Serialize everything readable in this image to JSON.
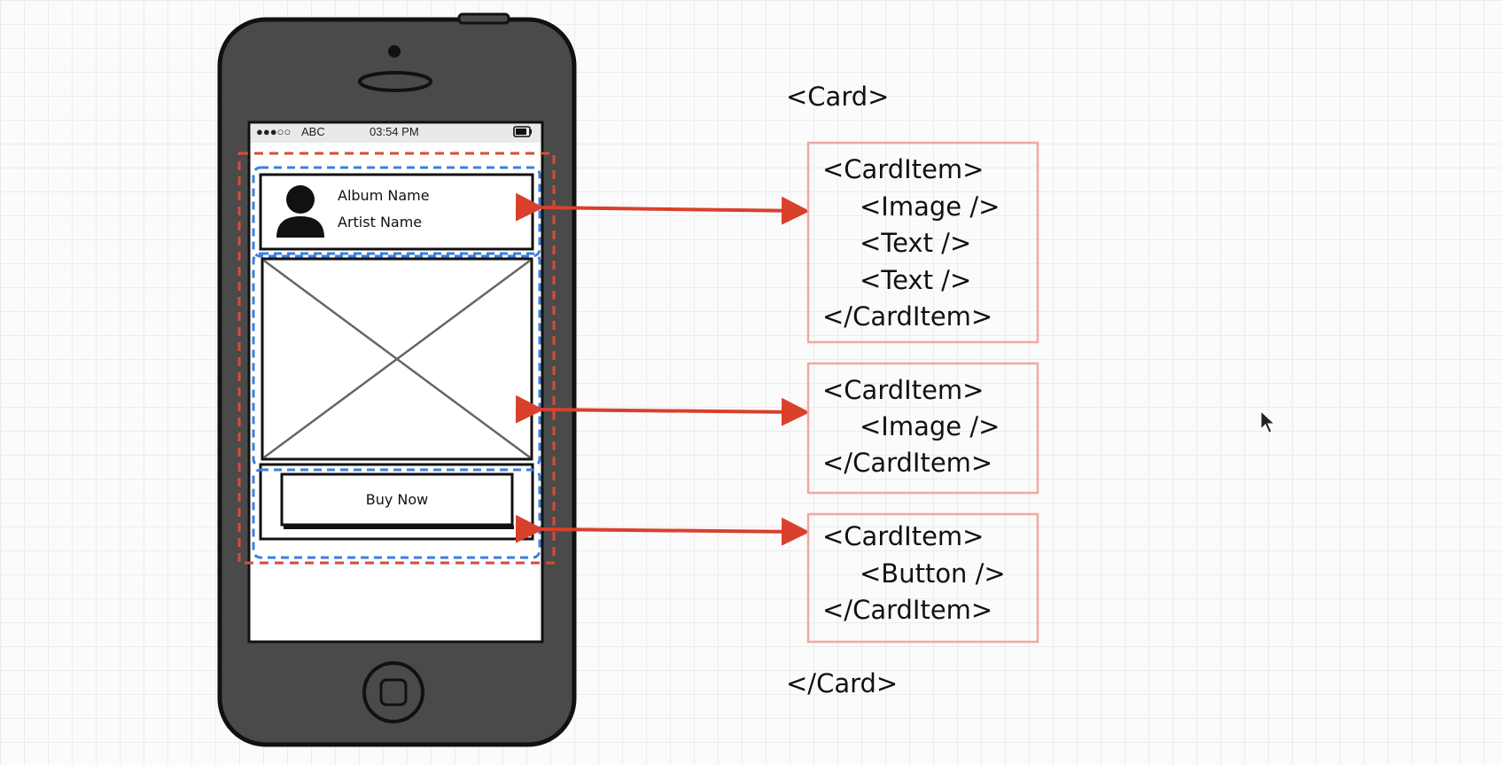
{
  "phone": {
    "status_bar": {
      "signal": "●●●○○",
      "carrier": "ABC",
      "time": "03:54 PM",
      "battery_icon": "battery-icon"
    },
    "header_item": {
      "avatar_icon": "user-avatar-icon",
      "album_name": "Album Name",
      "artist_name": "Artist Name"
    },
    "image_placeholder_icon": "image-placeholder-x-icon",
    "button_label": "Buy Now",
    "home_button_icon": "home-button-icon"
  },
  "code": {
    "card_open": "<Card>",
    "card_close": "</Card>",
    "blocks": [
      {
        "lines": [
          "<CardItem>",
          "<Image />",
          "<Text />",
          "<Text />",
          "</CardItem>"
        ]
      },
      {
        "lines": [
          "<CardItem>",
          "<Image />",
          "</CardItem>"
        ]
      },
      {
        "lines": [
          "<CardItem>",
          "<Button />",
          "</CardItem>"
        ]
      }
    ]
  },
  "colors": {
    "phone_body": "#4a4a4a",
    "card_outline": "#d94a38",
    "carditem_outline": "#3d7fdc",
    "code_box_border": "#f0a9a0",
    "arrow": "#d9402c"
  },
  "cursor_icon": "mouse-pointer-icon"
}
